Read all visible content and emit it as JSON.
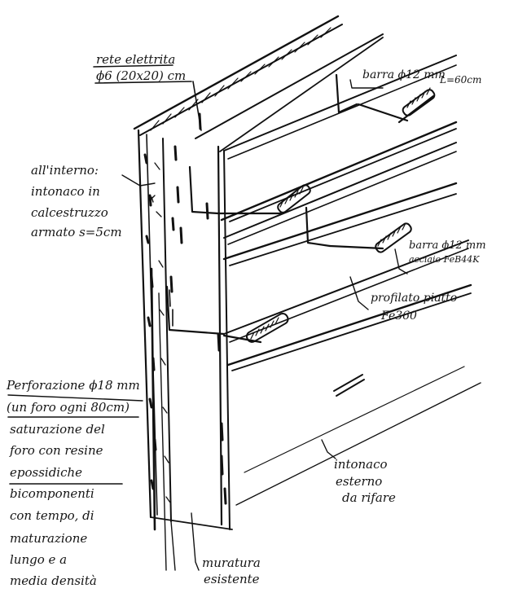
{
  "labels": {
    "rete_line1": "rete elettrita",
    "rete_line2": "ϕ6 (20x20) cm",
    "barra_top": "barra ϕ12 mm",
    "barra_top_len": "L=60cm",
    "interno_1": "all'interno:",
    "interno_2": "intonaco in",
    "interno_3": "calcestruzzo",
    "interno_4": "armato s=5cm",
    "barra_mid_1": "barra ϕ12 mm",
    "barra_mid_2": "acciaio FeB44K",
    "profilato_1": "profilato piatto",
    "profilato_2": "Fe360",
    "perf_1": "Perforazione ϕ18 mm",
    "perf_2": "(un foro ogni 80cm)",
    "perf_3": "saturazione del",
    "perf_4": "foro con resine",
    "perf_5": "epossidiche",
    "perf_6": "bicomponenti",
    "perf_7": "con tempo, di",
    "perf_8": "maturazione",
    "perf_9": "lungo e a",
    "perf_10": "media densità",
    "intonaco_1": "intonaco",
    "intonaco_2": "esterno",
    "intonaco_3": "da rifare",
    "muratura_1": "muratura",
    "muratura_2": "esistente"
  }
}
